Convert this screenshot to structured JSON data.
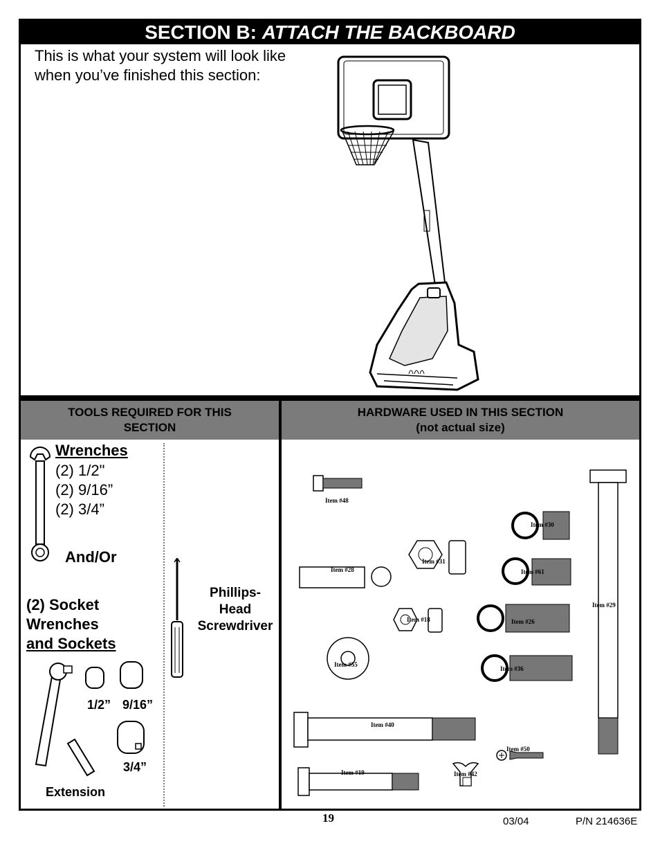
{
  "header": {
    "section_prefix": "SECTION B: ",
    "section_title": "ATTACH THE BACKBOARD"
  },
  "intro": {
    "line1": "This is what your system will look like",
    "line2": "when you’ve finished this section:"
  },
  "tools": {
    "heading_line1": "TOOLS REQUIRED FOR THIS",
    "heading_line2": "SECTION",
    "wrenches_title": "Wrenches",
    "wrench_sizes": [
      "(2) 1/2\"",
      "(2) 9/16”",
      "(2) 3/4”"
    ],
    "and_or": "And/Or",
    "socket_line1": "(2) Socket",
    "socket_line2": "Wrenches",
    "socket_line3": "and Sockets",
    "socket_sizes": [
      "1/2”",
      "9/16”",
      "3/4”"
    ],
    "extension": "Extension",
    "screwdriver_line1": "Phillips-",
    "screwdriver_line2": "Head",
    "screwdriver_line3": "Screwdriver"
  },
  "hardware": {
    "heading_line1": "HARDWARE USED IN THIS SECTION",
    "heading_line2": "(not actual size)",
    "items": {
      "i48": "Item #48",
      "i30": "Item #30",
      "i31": "Item #31",
      "i28": "Item #28",
      "i61": "Item #61",
      "i29": "Item #29",
      "i18": "Item #18",
      "i26": "Item #26",
      "i55": "Item #55",
      "i36": "Item #36",
      "i40": "Item #40",
      "i50": "Item #50",
      "i19": "Item #19",
      "i42": "Item #42"
    }
  },
  "footer": {
    "page_number": "19",
    "date": "03/04",
    "part_number": "P/N 214636E"
  }
}
